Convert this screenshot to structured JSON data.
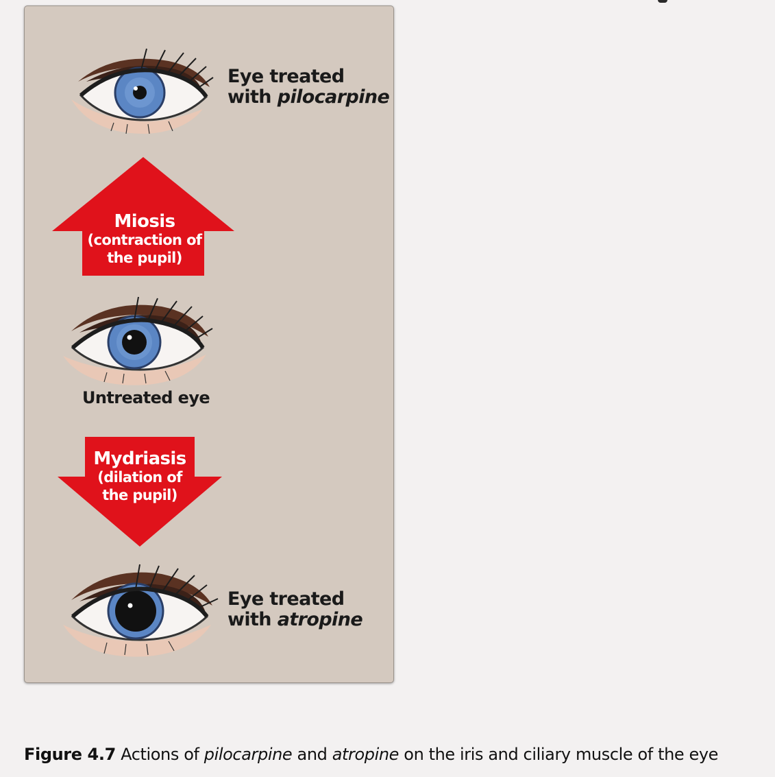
{
  "figure": {
    "top_eye_label": {
      "line1": "Eye treated",
      "line2_prefix": "with ",
      "line2_italic": "pilocarpine"
    },
    "middle_eye_label": "Untreated eye",
    "bottom_eye_label": {
      "line1": "Eye treated",
      "line2_prefix": "with ",
      "line2_italic": "atropine"
    },
    "up_arrow": {
      "title": "Miosis",
      "line2": "(contraction of",
      "line3": "the pupil)"
    },
    "down_arrow": {
      "title": "Mydriasis",
      "line2": "(dilation of",
      "line3": "the pupil)"
    },
    "colors": {
      "panel": "#d4c9bf",
      "arrow": "#e0121b",
      "iris": "#5b86c4",
      "pupil": "#111111"
    }
  },
  "caption": {
    "figure_number": "Figure 4.7",
    "text1": " Actions of ",
    "drug1": "pilocarpine",
    "text2": " and ",
    "drug2": "atropine",
    "text3": " on the iris and ciliary muscle of the eye"
  }
}
